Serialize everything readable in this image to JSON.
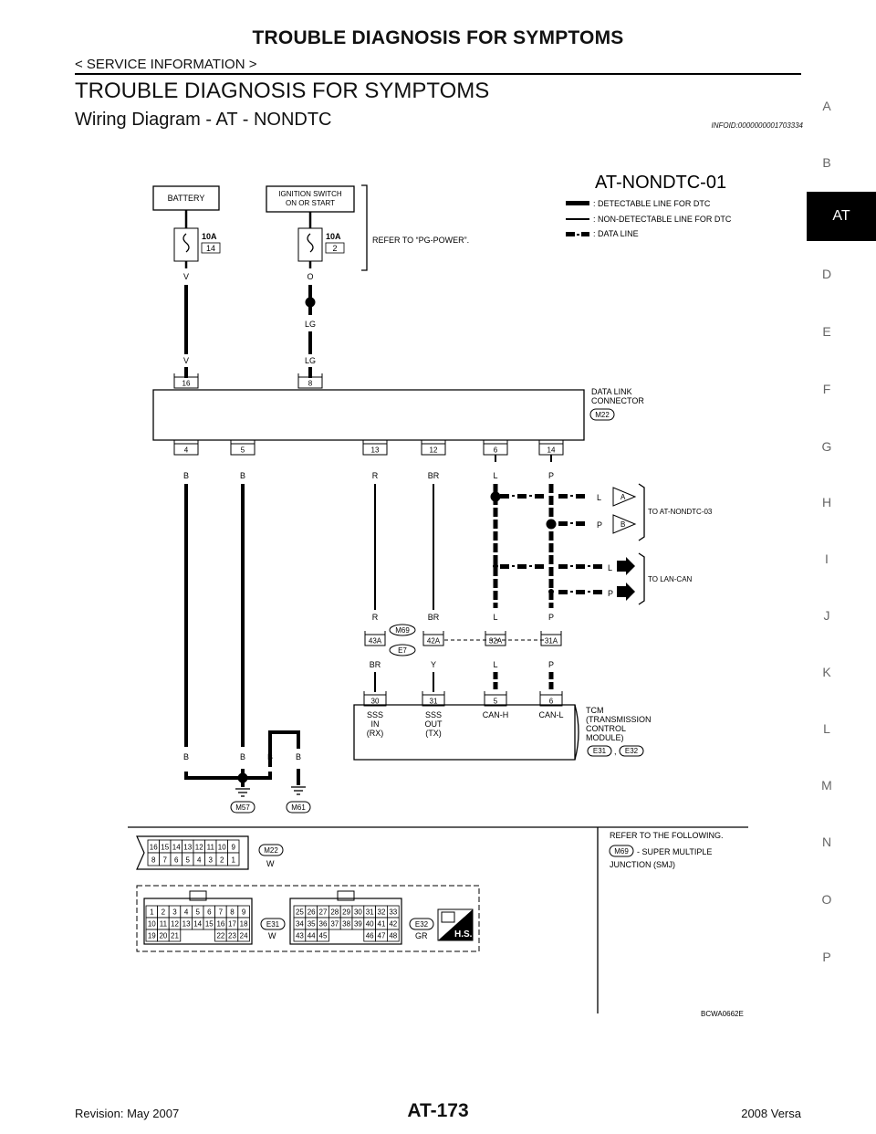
{
  "header": {
    "title": "TROUBLE DIAGNOSIS FOR SYMPTOMS",
    "subtitle": "< SERVICE INFORMATION >"
  },
  "section": {
    "title": "TROUBLE DIAGNOSIS FOR SYMPTOMS",
    "subtitle": "Wiring Diagram - AT - NONDTC",
    "infoid": "INFOID:0000000001703334"
  },
  "side_index": [
    "A",
    "B",
    "AT",
    "D",
    "E",
    "F",
    "G",
    "H",
    "I",
    "J",
    "K",
    "L",
    "M",
    "N",
    "O",
    "P"
  ],
  "side_active": "AT",
  "diagram": {
    "title": "AT-NONDTC-01",
    "legend": [
      ": DETECTABLE LINE FOR DTC",
      ": NON-DETECTABLE LINE FOR DTC",
      ": DATA LINE"
    ],
    "battery": "BATTERY",
    "ignition": [
      "IGNITION SWITCH",
      "ON OR START"
    ],
    "fuse1": {
      "amp": "10A",
      "num": "14"
    },
    "fuse2": {
      "amp": "10A",
      "num": "2"
    },
    "refer_power": "REFER TO “PG-POWER”.",
    "wire_v": "V",
    "wire_o": "O",
    "wire_lg": "LG",
    "dlc": {
      "line1": "DATA LINK",
      "line2": "CONNECTOR",
      "conn": "M22"
    },
    "dlc_top_pins": [
      "16",
      "8"
    ],
    "dlc_bottom_pins": [
      "4",
      "5",
      "13",
      "12",
      "6",
      "14"
    ],
    "wire_colors_top": [
      "B",
      "B",
      "R",
      "BR",
      "L",
      "P"
    ],
    "to_nondtc03": "TO AT-NONDTC-03",
    "to_lancan": "TO LAN-CAN",
    "conn_a": "A",
    "conn_b": "B",
    "label_l": "L",
    "label_p": "P",
    "junction_pins": [
      "43A",
      "42A",
      "32A",
      "31A"
    ],
    "junction_conn": [
      "M69",
      "E7"
    ],
    "wire_colors_mid": [
      "R",
      "BR",
      "L",
      "P"
    ],
    "wire_colors_low": [
      "BR",
      "Y",
      "L",
      "P"
    ],
    "tcm_pins": [
      "30",
      "31",
      "5",
      "6"
    ],
    "tcm_labels": [
      [
        "SSS",
        "IN",
        "(RX)"
      ],
      [
        "SSS",
        "OUT",
        "(TX)"
      ],
      [
        "CAN-H"
      ],
      [
        "CAN-L"
      ]
    ],
    "tcm_name": [
      "TCM",
      "(TRANSMISSION",
      "CONTROL",
      "MODULE)"
    ],
    "tcm_conns": [
      "E31",
      "E32"
    ],
    "ground_wires": [
      "B",
      "B",
      "B",
      "B"
    ],
    "grounds": [
      "M57",
      "M61"
    ],
    "m22_view": {
      "row1": [
        "16",
        "15",
        "14",
        "13",
        "12",
        "11",
        "10",
        "9"
      ],
      "row2": [
        "8",
        "7",
        "6",
        "5",
        "4",
        "3",
        "2",
        "1"
      ],
      "conn": "M22",
      "color": "W"
    },
    "e31_view": {
      "row1": [
        "1",
        "2",
        "3",
        "4",
        "5",
        "6",
        "7",
        "8",
        "9"
      ],
      "row2": [
        "10",
        "11",
        "12",
        "13",
        "14",
        "15",
        "16",
        "17",
        "18"
      ],
      "row3": [
        "19",
        "20",
        "21",
        "",
        "",
        "",
        "22",
        "23",
        "24"
      ],
      "conn": "E31",
      "color": "W"
    },
    "e32_view": {
      "row1": [
        "25",
        "26",
        "27",
        "28",
        "29",
        "30",
        "31",
        "32",
        "33"
      ],
      "row2": [
        "34",
        "35",
        "36",
        "37",
        "38",
        "39",
        "40",
        "41",
        "42"
      ],
      "row3": [
        "43",
        "44",
        "45",
        "",
        "",
        "",
        "46",
        "47",
        "48"
      ],
      "conn": "E32",
      "color": "GR"
    },
    "hs_badge": "H.S.",
    "refer_following": "REFER TO THE FOLLOWING.",
    "smj_conn": "M69",
    "smj_text": "- SUPER MULTIPLE",
    "smj_text2": "JUNCTION (SMJ)",
    "figure_code": "BCWA0662E"
  },
  "footer": {
    "revision": "Revision: May 2007",
    "page": "AT-173",
    "model": "2008 Versa"
  }
}
